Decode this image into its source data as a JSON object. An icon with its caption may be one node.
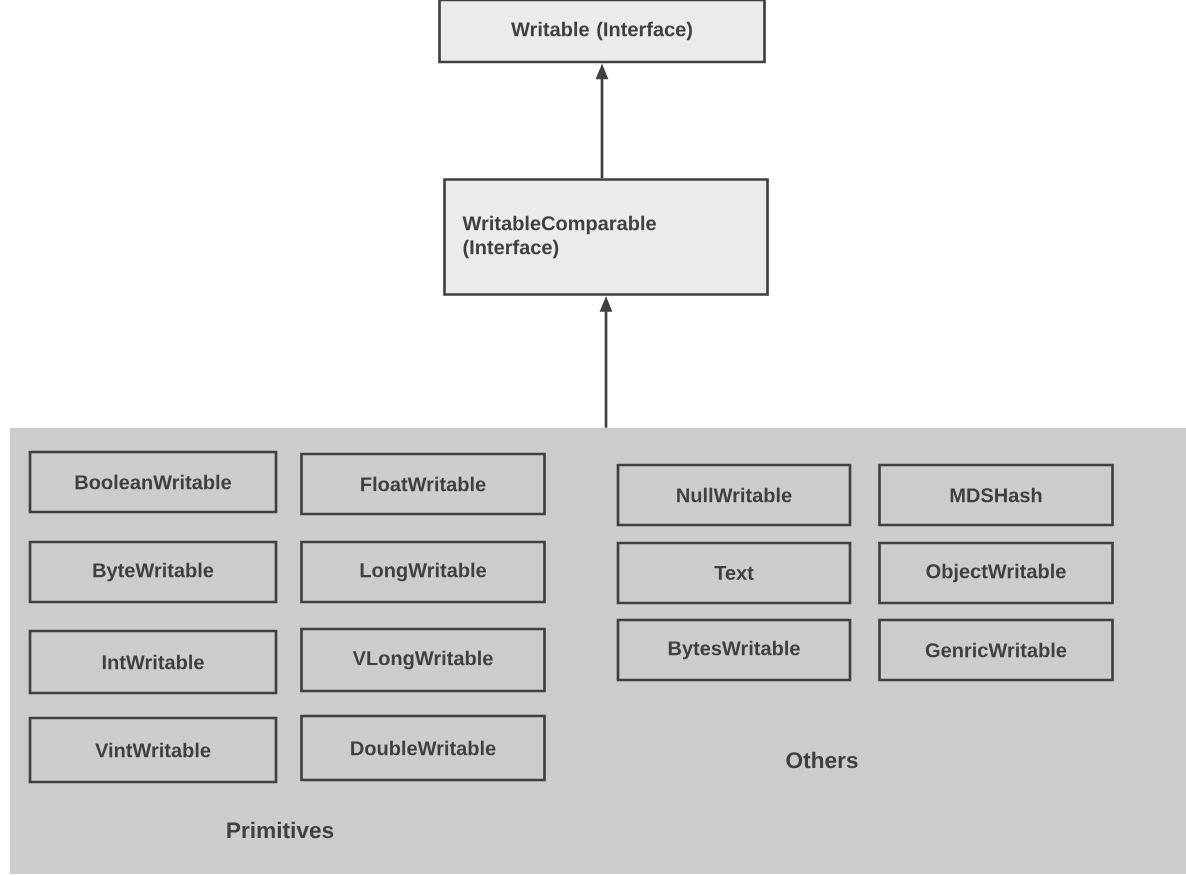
{
  "diagram": {
    "nodes": [
      {
        "text": [
          "Writable (Interface)"
        ]
      },
      {
        "text": [
          "WritableComparable (Interface)"
        ]
      },
      {
        "text": [
          "Primitives",
          "Others"
        ]
      },
      {
        "text": [
          "BooleanWritable"
        ],
        "in": 2
      },
      {
        "text": [
          "FloatWritable"
        ],
        "in": 2
      },
      {
        "text": [
          "ByteWritable"
        ],
        "in": 2
      },
      {
        "text": [
          "LongWritable"
        ],
        "in": 2
      },
      {
        "text": [
          "IntWritable"
        ],
        "in": 2
      },
      {
        "text": [
          "VLongWritable"
        ],
        "in": 2
      },
      {
        "text": [
          "VintWritable"
        ],
        "in": 2
      },
      {
        "text": [
          "DoubleWritable"
        ],
        "in": 2
      },
      {
        "text": [
          "NullWritable"
        ],
        "in": 2
      },
      {
        "text": [
          "MDSHash"
        ],
        "in": 2
      },
      {
        "text": [
          "Text"
        ],
        "in": 2
      },
      {
        "text": [
          "ObjectWritable"
        ],
        "in": 2
      },
      {
        "text": [
          "BytesWritable"
        ],
        "in": 2
      },
      {
        "text": [
          "GenricWritable"
        ],
        "in": 2
      }
    ],
    "edges": [
      {
        "from": 1,
        "to": 0,
        "arrow": "to"
      },
      {
        "from": 2,
        "to": 1,
        "arrow": "to"
      }
    ]
  }
}
